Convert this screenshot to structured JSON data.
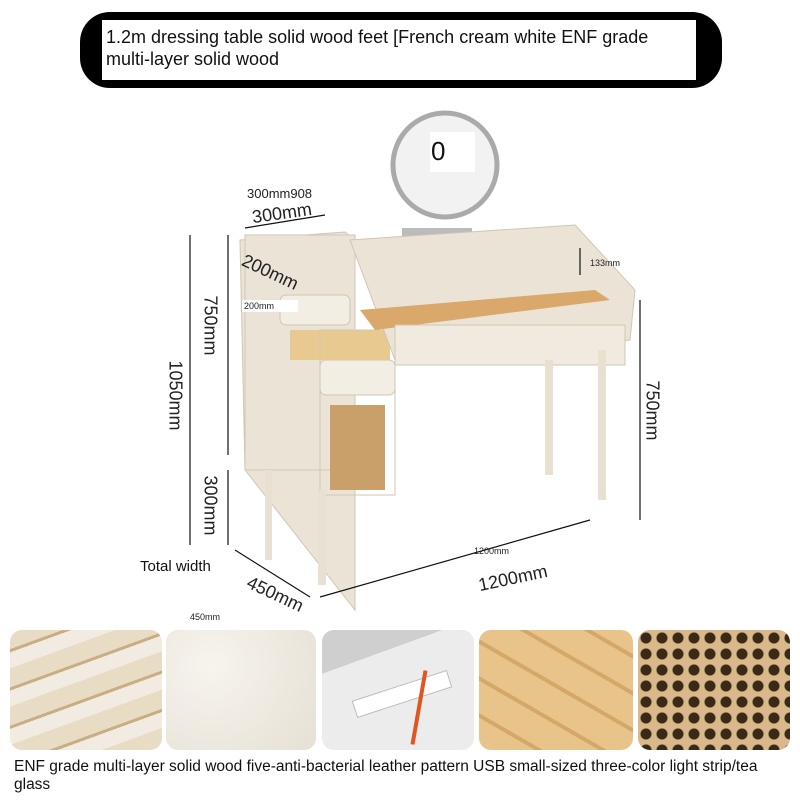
{
  "header": {
    "title": "1.2m dressing table   solid wood feet [French cream white   ENF grade multi-layer solid wood"
  },
  "dimensions": {
    "top_width_label": "300mm908",
    "top_width_big": "300mm",
    "depth_big": "200mm",
    "depth_small": "200mm",
    "left_upper_height": "750mm",
    "total_height": "1050mm",
    "left_lower_height": "300mm",
    "right_height": "750mm",
    "shelf_height": "133mm",
    "width_small": "1200mm",
    "width_big": "1200mm",
    "total_width_label": "Total width",
    "depth_450_big": "450mm",
    "depth_450_small": "450mm",
    "mirror_badge": "0"
  },
  "caption": "ENF grade multi-layer solid wood five-anti-bacterial leather pattern USB small-sized three-color light strip/tea glass",
  "colors": {
    "cream": "#ebe4d6",
    "wood": "#d9b98a",
    "rattan": "#c9a06a",
    "black": "#000000"
  }
}
